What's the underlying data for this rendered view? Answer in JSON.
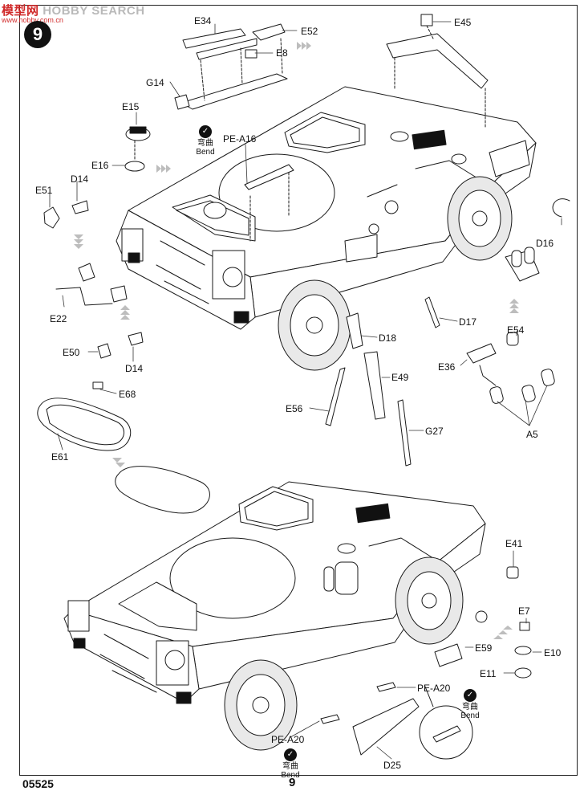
{
  "watermark": {
    "brand_red": "模型网",
    "brand_grey": "HOBBY SEARCH",
    "url": "www.hobby.com.cn"
  },
  "step_number": "9",
  "footer": {
    "product_code": "05525",
    "page_number": "9"
  },
  "bend_note": {
    "chinese": "弯曲",
    "english": "Bend"
  },
  "labels": {
    "E34": "E34",
    "E52": "E52",
    "E8": "E8",
    "G14": "G14",
    "E45": "E45",
    "E15": "E15",
    "E16": "E16",
    "PE_A16": "PE-A16",
    "E51": "E51",
    "D14_top": "D14",
    "D16": "D16",
    "E22": "E22",
    "D17": "D17",
    "E54": "E54",
    "E50": "E50",
    "D18": "D18",
    "D14_bottom": "D14",
    "E36": "E36",
    "E49": "E49",
    "E68": "E68",
    "E56": "E56",
    "G27": "G27",
    "A5": "A5",
    "E61": "E61",
    "E41": "E41",
    "E7": "E7",
    "E10": "E10",
    "E59": "E59",
    "E11": "E11",
    "PE_A20_right": "PE-A20",
    "PE_A20_left": "PE-A20",
    "D25": "D25"
  },
  "colors": {
    "line": "#1a1a1a",
    "fill": "#ffffff",
    "tire": "#e9e9e9",
    "arrow": "#bdbdbd"
  }
}
